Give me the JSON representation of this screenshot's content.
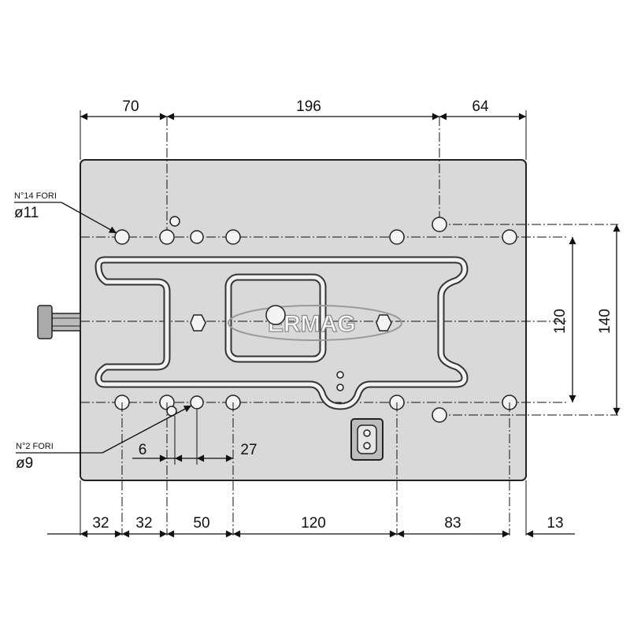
{
  "dimensions": {
    "top_left": "70",
    "top_mid": "196",
    "top_right": "64",
    "bottom_1": "32",
    "bottom_2": "32",
    "bottom_3": "50",
    "bottom_4": "120",
    "bottom_5": "83",
    "bottom_6": "13",
    "right_inner": "120",
    "right_outer": "140",
    "small_left": "6",
    "small_right": "27"
  },
  "notes": {
    "holes_14_label": "N°14 FORI",
    "holes_14_diameter": "ø11",
    "holes_2_label": "N°2 FORI",
    "holes_2_diameter": "ø9"
  },
  "watermark": {
    "text": "ERMAG"
  }
}
